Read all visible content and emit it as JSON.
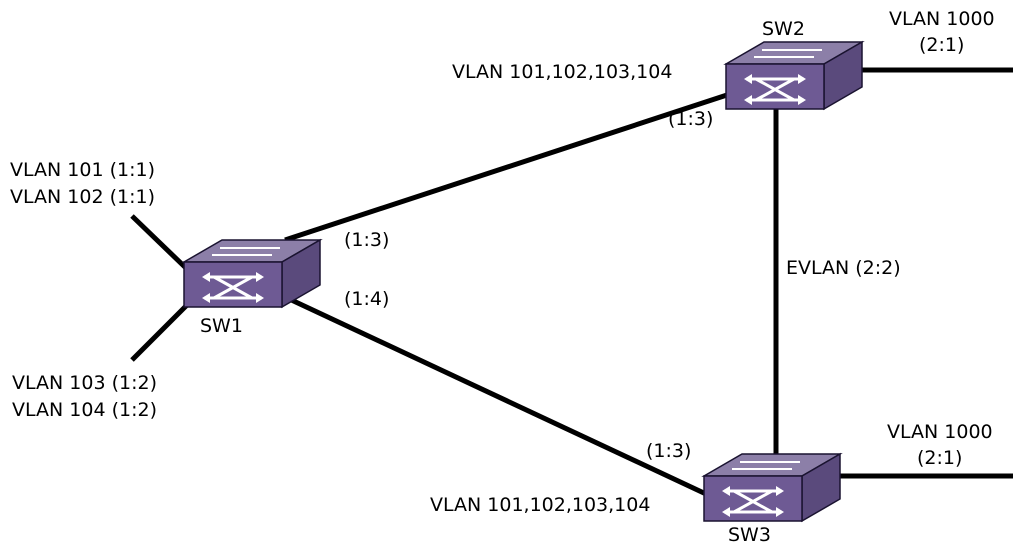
{
  "colors": {
    "switch_top": "#8c7fa8",
    "switch_front": "#6e5a94",
    "switch_side": "#5a4a7c",
    "outline": "#1a1330",
    "link": "#000000"
  },
  "switches": [
    {
      "id": "sw1",
      "label": "SW1"
    },
    {
      "id": "sw2",
      "label": "SW2"
    },
    {
      "id": "sw3",
      "label": "SW3"
    }
  ],
  "labels": {
    "sw1_left_vlans": [
      "VLAN 101 (1:1)",
      "VLAN 102 (1:1)"
    ],
    "sw1_lower_vlans": [
      "VLAN 103 (1:2)",
      "VLAN 104 (1:2)"
    ],
    "sw1_port_to_sw2": "(1:3)",
    "sw1_port_to_sw3": "(1:4)",
    "sw2_trunk_vlans": "VLAN 101,102,103,104",
    "sw2_port_to_sw1": "(1:3)",
    "sw2_uplink_vlan": [
      "VLAN 1000",
      "(2:1)"
    ],
    "evlan_link": "EVLAN (2:2)",
    "sw3_trunk_vlans": "VLAN 101,102,103,104",
    "sw3_port_to_sw1": "(1:3)",
    "sw3_uplink_vlan": [
      "VLAN 1000",
      "(2:1)"
    ]
  }
}
